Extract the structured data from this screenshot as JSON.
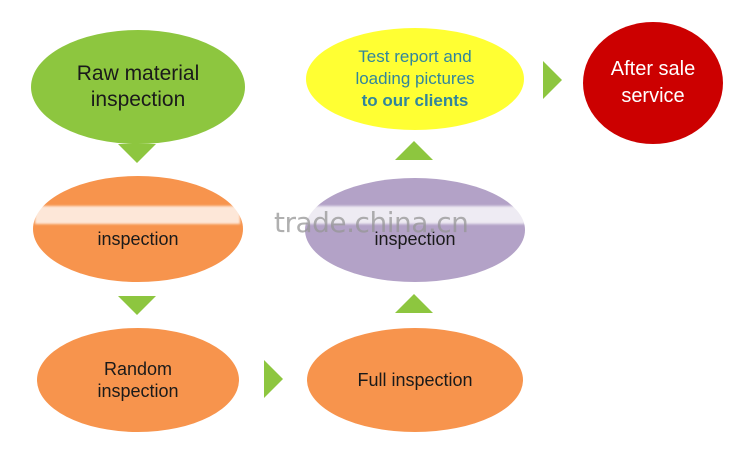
{
  "nodes": {
    "raw_material": {
      "line1": "Raw material",
      "line2": "inspection"
    },
    "middle_left": {
      "label": "inspection"
    },
    "random": {
      "line1": "Random",
      "line2": "inspection"
    },
    "full": {
      "label": "Full inspection"
    },
    "middle_right": {
      "label": "inspection"
    },
    "test_report": {
      "line1": "Test report and",
      "line2": "loading pictures",
      "line3": "to our clients"
    },
    "after_sale": {
      "line1": "After sale",
      "line2": "service"
    }
  },
  "watermark": "trade.china.cn",
  "colors": {
    "green": "#8dc63f",
    "orange": "#f7944d",
    "purple": "#b3a2c7",
    "yellow": "#ffff33",
    "red": "#cc0000",
    "teal_text": "#31859c"
  }
}
